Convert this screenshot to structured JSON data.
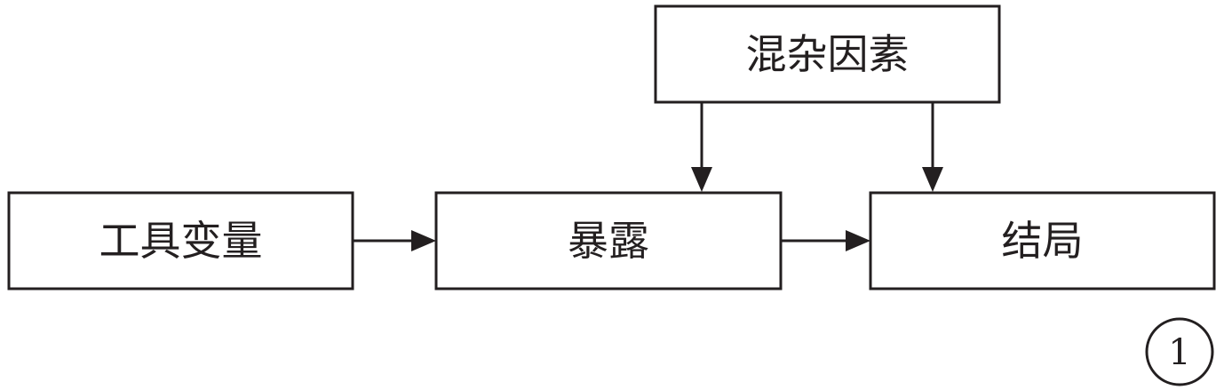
{
  "nodes": {
    "confounders": "混杂因素",
    "instrument": "工具变量",
    "exposure": "暴露",
    "outcome": "结局"
  },
  "badge": "1",
  "colors": {
    "stroke": "#231f20",
    "background": "#ffffff"
  }
}
